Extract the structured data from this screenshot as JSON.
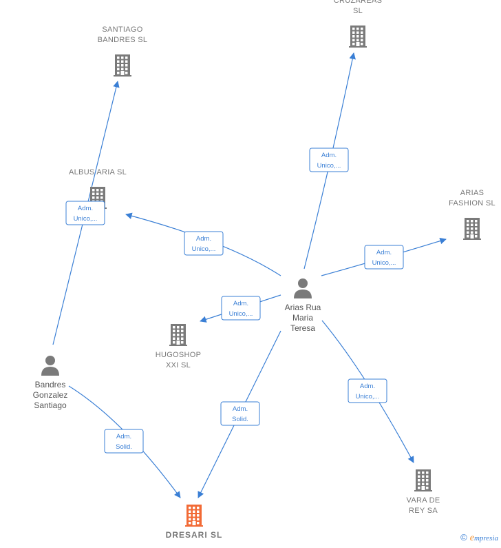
{
  "colors": {
    "edge": "#3a7fd5",
    "building": "#7a7a7a",
    "highlight": "#f26a35",
    "person": "#7a7a7a"
  },
  "nodes": [
    {
      "id": "santiago_bandres",
      "type": "company",
      "lines": [
        "SANTIAGO",
        "BANDRES SL"
      ]
    },
    {
      "id": "cruzareas",
      "type": "company",
      "lines": [
        "CRUZAREAS",
        "SL"
      ]
    },
    {
      "id": "albus_aria",
      "type": "company",
      "lines": [
        "ALBUS ARIA SL"
      ]
    },
    {
      "id": "arias_fashion",
      "type": "company",
      "lines": [
        "ARIAS",
        "FASHION  SL"
      ]
    },
    {
      "id": "hugoshop",
      "type": "company",
      "lines": [
        "HUGOSHOP",
        "XXI  SL"
      ]
    },
    {
      "id": "vara_de_rey",
      "type": "company",
      "lines": [
        "VARA DE",
        "REY SA"
      ]
    },
    {
      "id": "dresari",
      "type": "company-main",
      "lines": [
        "DRESARI  SL"
      ]
    },
    {
      "id": "arias_rua",
      "type": "person",
      "lines": [
        "Arias Rua",
        "Maria",
        "Teresa"
      ]
    },
    {
      "id": "bandres_gonzalez",
      "type": "person",
      "lines": [
        "Bandres",
        "Gonzalez",
        "Santiago"
      ]
    }
  ],
  "edges": [
    {
      "from": "bandres_gonzalez",
      "to": "santiago_bandres",
      "label": [
        "Adm.",
        "Unico,..."
      ]
    },
    {
      "from": "bandres_gonzalez",
      "to": "dresari",
      "label": [
        "Adm.",
        "Solid."
      ]
    },
    {
      "from": "arias_rua",
      "to": "cruzareas",
      "label": [
        "Adm.",
        "Unico,..."
      ]
    },
    {
      "from": "arias_rua",
      "to": "albus_aria",
      "label": [
        "Adm.",
        "Unico,..."
      ]
    },
    {
      "from": "arias_rua",
      "to": "arias_fashion",
      "label": [
        "Adm.",
        "Unico,..."
      ]
    },
    {
      "from": "arias_rua",
      "to": "hugoshop",
      "label": [
        "Adm.",
        "Unico,..."
      ]
    },
    {
      "from": "arias_rua",
      "to": "vara_de_rey",
      "label": [
        "Adm.",
        "Unico,..."
      ]
    },
    {
      "from": "arias_rua",
      "to": "dresari",
      "label": [
        "Adm.",
        "Solid."
      ]
    }
  ],
  "footer": {
    "copyright": "©",
    "brand_initial": "e",
    "brand_rest": "mpresia"
  }
}
